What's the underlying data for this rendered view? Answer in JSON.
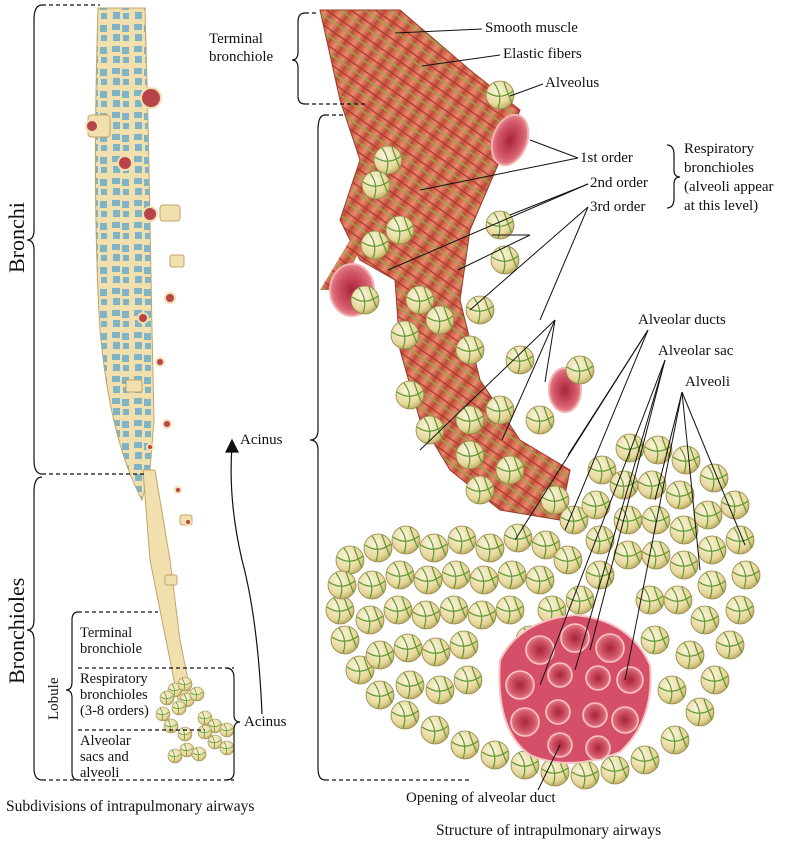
{
  "left": {
    "bronchi": "Bronchi",
    "bronchioles": "Bronchioles",
    "lobule": "Lobule",
    "terminal_bronchiole": "Terminal\nbronchiole",
    "respiratory_bronchioles": "Respiratory\nbronchioles\n(3-8 orders)",
    "alveolar_sacs": "Alveolar\nsacs and\nalveoli",
    "acinus": "Acinus",
    "caption": "Subdivisions of intrapulmonary airways"
  },
  "middle": {
    "acinus": "Acinus"
  },
  "right": {
    "terminal_bronchiole": "Terminal\nbronchiole",
    "smooth_muscle": "Smooth muscle",
    "elastic_fibers": "Elastic fibers",
    "alveolus": "Alveolus",
    "order_1": "1st  order",
    "order_2": "2nd order",
    "order_3": "3rd order",
    "respiratory_bronchioles": "Respiratory\nbronchioles\n(alveoli appear\nat this level)",
    "alveolar_ducts": "Alveolar ducts",
    "alveolar_sac": "Alveolar sac",
    "alveoli": "Alveoli",
    "opening": "Opening of alveolar duct",
    "caption": "Structure of intrapulmonary airways"
  },
  "colors": {
    "bronchus_blue": "#7fb3c6",
    "cream": "#f1dfae",
    "alveoli_fill": "#e9dfa8",
    "alveoli_line": "#6aa13a",
    "muscle_red": "#d9624e",
    "lumen_pink": "#e2707a"
  }
}
